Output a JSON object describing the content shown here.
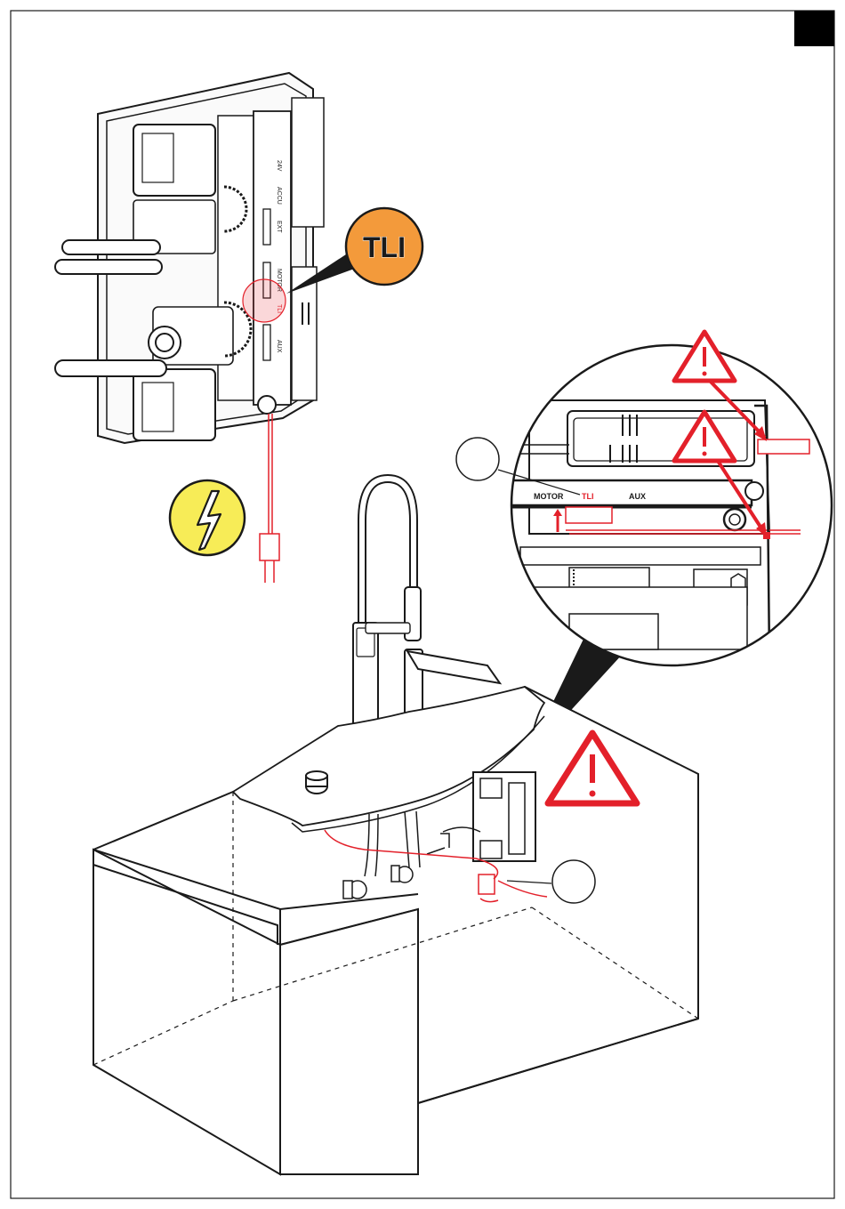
{
  "callouts": {
    "tli_badge": "TLI"
  },
  "connector_strip": {
    "motor": "MOTOR",
    "tli": "TLI",
    "aux": "AUX"
  },
  "unit_labels": {
    "label_1": "AUX",
    "label_2": "TLI",
    "label_3": "MOTOR",
    "label_4": "EXT",
    "label_5": "ACCU",
    "label_6": "24V"
  },
  "colors": {
    "warning_red": "#e3202a",
    "tli_orange": "#f39a3b",
    "electric_yellow": "#f7ec57",
    "line_black": "#1a1a1a",
    "page_corner": "#000000"
  },
  "icons": {
    "tli_badge": "tli-badge-icon",
    "electric": "high-voltage-icon",
    "warning_small_1": "warning-triangle-icon",
    "warning_small_2": "warning-triangle-icon",
    "warning_large": "warning-triangle-icon"
  }
}
